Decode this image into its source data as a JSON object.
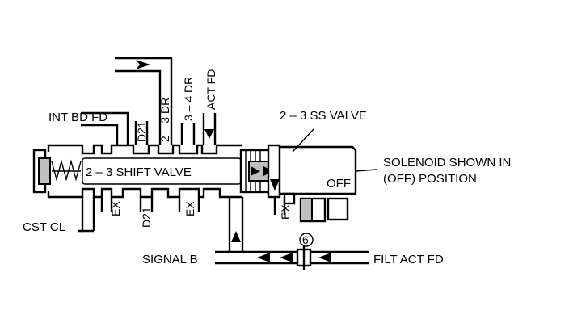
{
  "labels": {
    "int_bd_fd": "INT BD FD",
    "d21_top": "D21",
    "dr_2_3": "2 – 3 DR",
    "dr_3_4": "3 – 4 DR",
    "act_fd": "ACT FD",
    "ss_valve": "2 – 3 SS VALVE",
    "solenoid_line1": "SOLENOID SHOWN IN",
    "solenoid_line2": "(OFF) POSITION",
    "off": "OFF",
    "shift_valve": "2 – 3 SHIFT VALVE",
    "ex_1": "EX",
    "d21_bottom": "D21",
    "ex_2": "EX",
    "ex_3": "EX",
    "cst_cl": "CST CL",
    "signal_b": "SIGNAL B",
    "orifice_number": "6",
    "filt_act_fd": "FILT ACT FD"
  }
}
